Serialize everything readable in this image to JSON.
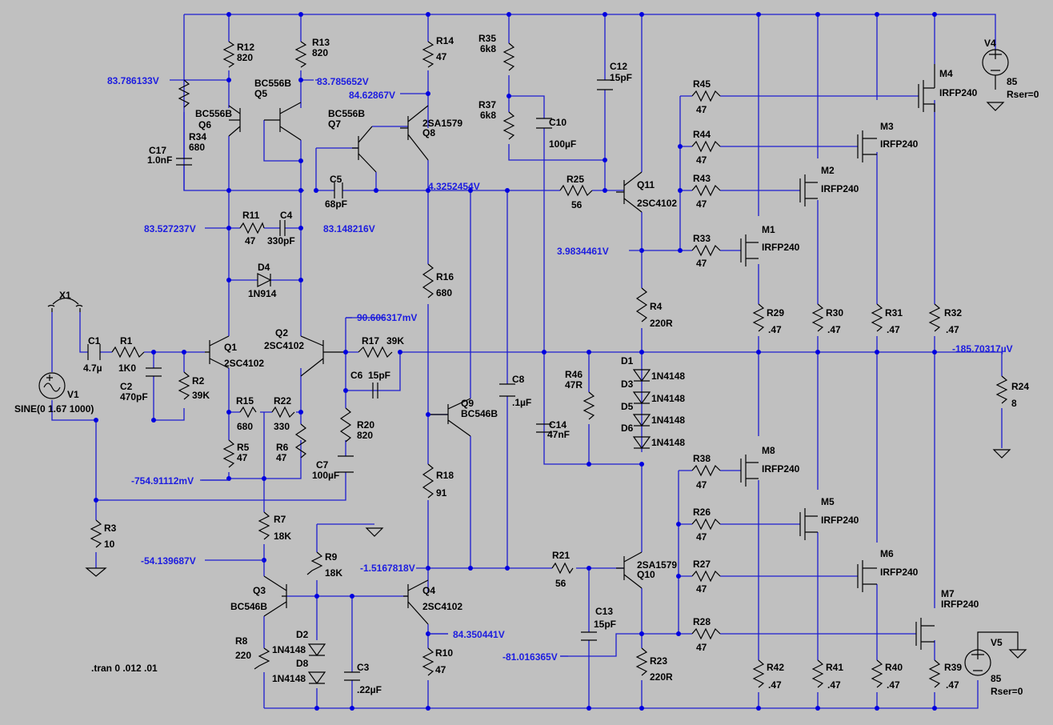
{
  "resistors": [
    {
      "ref": "R12",
      "value": "820"
    },
    {
      "ref": "R13",
      "value": "820"
    },
    {
      "ref": "R14",
      "value": "47"
    },
    {
      "ref": "R35",
      "value": "6k8"
    },
    {
      "ref": "R37",
      "value": "6k8"
    },
    {
      "ref": "R34",
      "value": "680"
    },
    {
      "ref": "R11",
      "value": "47"
    },
    {
      "ref": "R25",
      "value": "56"
    },
    {
      "ref": "R45",
      "value": "47"
    },
    {
      "ref": "R44",
      "value": "47"
    },
    {
      "ref": "R43",
      "value": "47"
    },
    {
      "ref": "R33",
      "value": "47"
    },
    {
      "ref": "R16",
      "value": "680"
    },
    {
      "ref": "R4",
      "value": "220R"
    },
    {
      "ref": "R29",
      "value": ".47"
    },
    {
      "ref": "R30",
      "value": ".47"
    },
    {
      "ref": "R31",
      "value": ".47"
    },
    {
      "ref": "R32",
      "value": ".47"
    },
    {
      "ref": "R1",
      "value": "1K0"
    },
    {
      "ref": "R2",
      "value": "39K"
    },
    {
      "ref": "R17",
      "value": "39K"
    },
    {
      "ref": "R46",
      "value": "47R"
    },
    {
      "ref": "R24",
      "value": "8"
    },
    {
      "ref": "R15",
      "value": "680"
    },
    {
      "ref": "R22",
      "value": "330"
    },
    {
      "ref": "R5",
      "value": "47"
    },
    {
      "ref": "R6",
      "value": "47"
    },
    {
      "ref": "R20",
      "value": "820"
    },
    {
      "ref": "R38",
      "value": "47"
    },
    {
      "ref": "R26",
      "value": "47"
    },
    {
      "ref": "R27",
      "value": "47"
    },
    {
      "ref": "R28",
      "value": "47"
    },
    {
      "ref": "R18",
      "value": "91"
    },
    {
      "ref": "R3",
      "value": "10"
    },
    {
      "ref": "R7",
      "value": "18K"
    },
    {
      "ref": "R9",
      "value": "18K"
    },
    {
      "ref": "R21",
      "value": "56"
    },
    {
      "ref": "R8",
      "value": "220"
    },
    {
      "ref": "R10",
      "value": "47"
    },
    {
      "ref": "R23",
      "value": "220R"
    },
    {
      "ref": "R42",
      "value": ".47"
    },
    {
      "ref": "R41",
      "value": ".47"
    },
    {
      "ref": "R40",
      "value": ".47"
    },
    {
      "ref": "R39",
      "value": ".47"
    }
  ],
  "capacitors": [
    {
      "ref": "C12",
      "value": "15pF"
    },
    {
      "ref": "C10",
      "value": "100µF"
    },
    {
      "ref": "C17",
      "value": "1.0nF"
    },
    {
      "ref": "C5",
      "value": "68pF"
    },
    {
      "ref": "C4",
      "value": "330pF"
    },
    {
      "ref": "C1",
      "value": "4.7µ"
    },
    {
      "ref": "C2",
      "value": "470pF"
    },
    {
      "ref": "C6",
      "value": "15pF"
    },
    {
      "ref": "C8",
      "value": ".1µF"
    },
    {
      "ref": "C14",
      "value": "47nF"
    },
    {
      "ref": "C7",
      "value": "100µF"
    },
    {
      "ref": "C13",
      "value": "15pF"
    },
    {
      "ref": "C3",
      "value": ".22µF"
    }
  ],
  "transistors": [
    {
      "ref": "Q5",
      "model": "BC556B"
    },
    {
      "ref": "Q6",
      "model": "BC556B"
    },
    {
      "ref": "Q7",
      "model": "BC556B"
    },
    {
      "ref": "Q8",
      "model": "2SA1579"
    },
    {
      "ref": "Q11",
      "model": "2SC4102"
    },
    {
      "ref": "Q1",
      "model": "2SC4102"
    },
    {
      "ref": "Q2",
      "model": "2SC4102"
    },
    {
      "ref": "Q9",
      "model": "BC546B"
    },
    {
      "ref": "Q10",
      "model": "2SA1579"
    },
    {
      "ref": "Q3",
      "model": "BC546B"
    },
    {
      "ref": "Q4",
      "model": "2SC4102"
    }
  ],
  "mosfets": [
    {
      "ref": "M4",
      "model": "IRFP240"
    },
    {
      "ref": "M3",
      "model": "IRFP240"
    },
    {
      "ref": "M2",
      "model": "IRFP240"
    },
    {
      "ref": "M1",
      "model": "IRFP240"
    },
    {
      "ref": "M8",
      "model": "IRFP240"
    },
    {
      "ref": "M5",
      "model": "IRFP240"
    },
    {
      "ref": "M6",
      "model": "IRFP240"
    },
    {
      "ref": "M7",
      "model": "IRFP240"
    }
  ],
  "diodes": [
    {
      "ref": "D4",
      "model": "1N914"
    },
    {
      "ref": "D1",
      "model": "1N4148"
    },
    {
      "ref": "D3",
      "model": "1N4148"
    },
    {
      "ref": "D5",
      "model": "1N4148"
    },
    {
      "ref": "D6",
      "model": "1N4148"
    },
    {
      "ref": "D2",
      "model": "1N4148"
    },
    {
      "ref": "D8",
      "model": "1N4148"
    }
  ],
  "sources": [
    {
      "ref": "V4",
      "value": "85",
      "param": "Rser=0"
    },
    {
      "ref": "V5",
      "value": "85",
      "param": "Rser=0"
    },
    {
      "ref": "V1",
      "value": "SINE(0 1.67 1000)",
      "param": ""
    }
  ],
  "misc": {
    "x1": "X1",
    "directive": ".tran 0 .012 .01"
  },
  "voltages": [
    "83.786133V",
    "83.785652V",
    "84.62867V",
    "4.3252454V",
    "83.527237V",
    "83.148216V",
    "3.9834461V",
    "90.606317mV",
    "-185.70317µV",
    "-754.91112mV",
    "-54.139687V",
    "-1.5167818V",
    "84.350441V",
    "-81.016365V"
  ],
  "colors": {
    "background": "#c0c0c0",
    "wire": "#1c1cd0",
    "label": "#000000",
    "voltage": "#1c1ce0"
  }
}
